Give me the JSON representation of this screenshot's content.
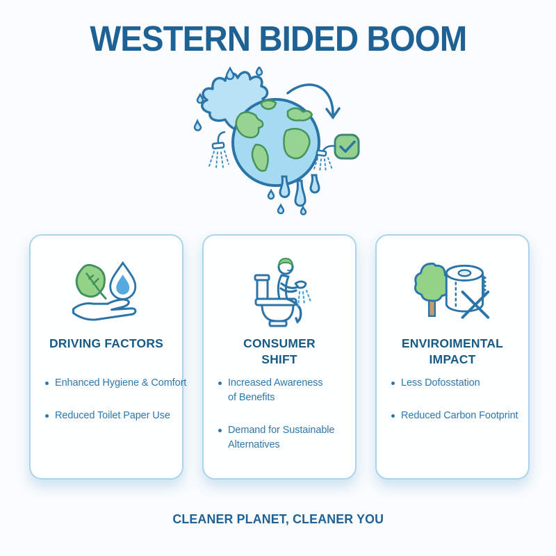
{
  "page": {
    "title": "WESTERN BIDED BOOM",
    "footer": "CLEANER PLANET, CLEANER YOU"
  },
  "hero_illustration": {
    "description": "Earth globe with water splash, curved adoption arrow, two bidet sprayer nozzles and a green approval checkmark",
    "elements": [
      "water-splash",
      "earth-globe",
      "curved-arrow",
      "bidet-sprayer-left",
      "bidet-sprayer-right",
      "green-checkmark-badge",
      "water-drips"
    ]
  },
  "cards": [
    {
      "icon": "hand-holding-leaf-and-waterdrop-icon",
      "title_lines": [
        "DRIVING FACTORS"
      ],
      "bullets": [
        {
          "lines": [
            "Enhanced Hygiene & Comfort"
          ]
        },
        {
          "lines": [
            "Reduced Toilet Paper Use"
          ]
        }
      ]
    },
    {
      "icon": "person-using-bidet-toilet-icon",
      "title_lines": [
        "CONSUMER",
        "SHIFT"
      ],
      "bullets": [
        {
          "lines": [
            "Increased Awareness",
            "of Benefits"
          ]
        },
        {
          "lines": [
            "Demand for Sustainable",
            "Alternatives"
          ]
        }
      ]
    },
    {
      "icon": "tree-and-crossed-toilet-paper-icon",
      "title_lines": [
        "ENVIROIMENTAL",
        "IMPACT"
      ],
      "bullets": [
        {
          "lines": [
            "Less Dofosstation"
          ]
        },
        {
          "lines": [
            "Reduced Carbon Footprint"
          ]
        }
      ]
    }
  ],
  "colors": {
    "background": "#fafcfd",
    "title_text": "#1e6295",
    "card_heading_text": "#175a84",
    "bullet_text": "#2e78a9",
    "card_border": "#abd4ea",
    "outline_blue": "#2b74a8",
    "splash_blue": "#b9e2f6",
    "globe_blue": "#a5dbf2",
    "continent_green": "#97d494",
    "icon_green": "#93d287",
    "check_badge_green": "#93d18d",
    "spray_blue": "#4aa3d8",
    "trunk_brown": "#c79b6b"
  }
}
